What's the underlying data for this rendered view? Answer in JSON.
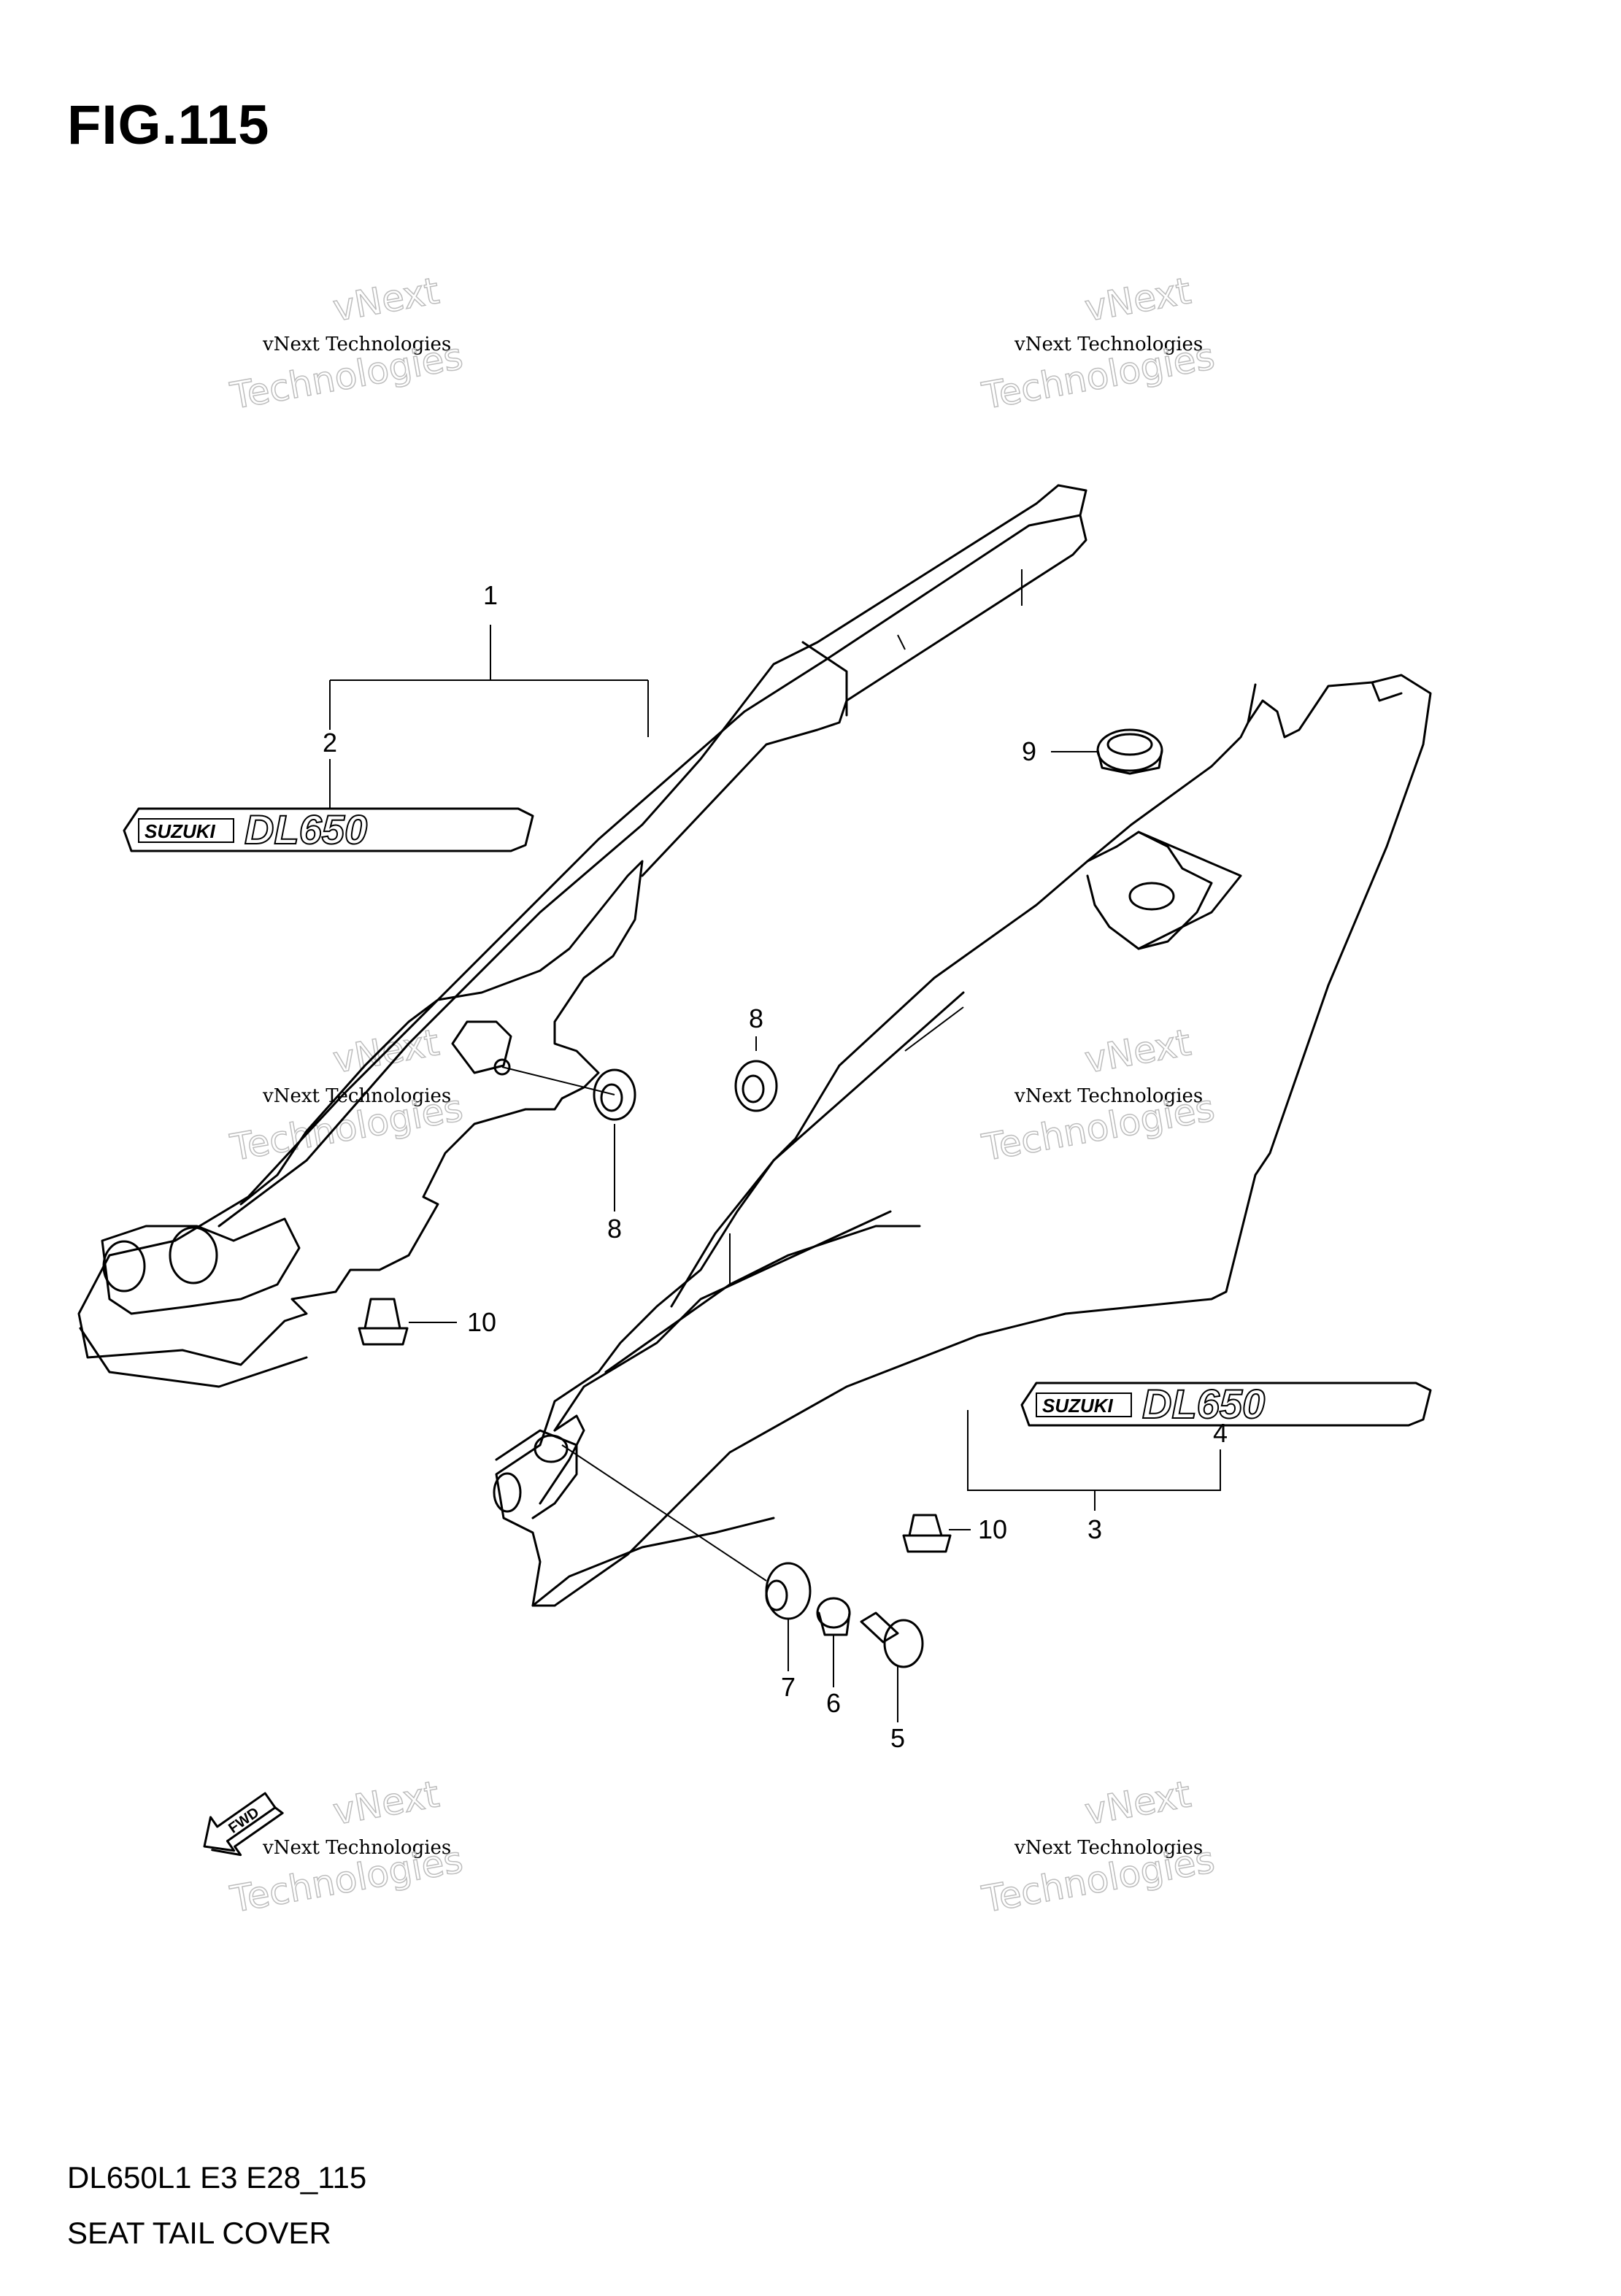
{
  "figure": {
    "title": "FIG.115"
  },
  "footer": {
    "code": "DL650L1 E3 E28_115",
    "title": "SEAT TAIL COVER"
  },
  "callouts": [
    "1",
    "2",
    "3",
    "4",
    "5",
    "6",
    "7",
    "8",
    "8",
    "9",
    "10",
    "10"
  ],
  "decal": {
    "brand": "SUZUKI",
    "model": "DL650"
  },
  "fwd_arrow": "FWD",
  "watermark": {
    "line1": "vNext Technologies",
    "line2": "vNext",
    "line3": "Technologies"
  }
}
